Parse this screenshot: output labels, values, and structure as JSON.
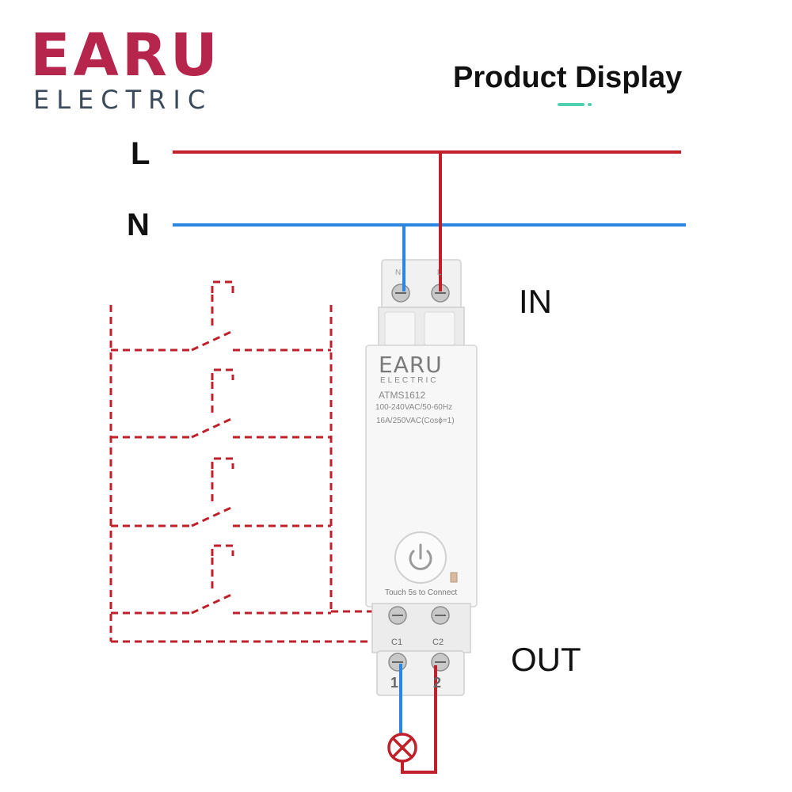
{
  "brand": {
    "logo_main": "EARU",
    "logo_sub": "ELECTRIC",
    "logo_color": "#b5254c",
    "logo_sub_color": "#3b4a5a"
  },
  "header": {
    "title": "Product Display",
    "accent_color": "#4fd1b0"
  },
  "lines": {
    "live_label": "L",
    "neutral_label": "N",
    "live_color": "#c0202a",
    "neutral_color": "#2a86e0"
  },
  "terminals": {
    "in_label": "IN",
    "out_label": "OUT",
    "top_n": "N",
    "top_l": "L",
    "c1": "C1",
    "c2": "C2",
    "num_1": "1",
    "num_2": "2"
  },
  "device": {
    "brand_main": "EARU",
    "brand_sub": "ELECTRIC",
    "model": "ATMS1612",
    "voltage": "100-240VAC/50-60Hz",
    "rating": "16A/250VAC(Cosϕ=1)",
    "button_hint": "Touch 5s to Connect",
    "button_icon": "power-icon"
  },
  "load": {
    "icon": "lamp-icon"
  },
  "dashed_circuit": {
    "switch_count": 4,
    "color": "#c0202a"
  }
}
